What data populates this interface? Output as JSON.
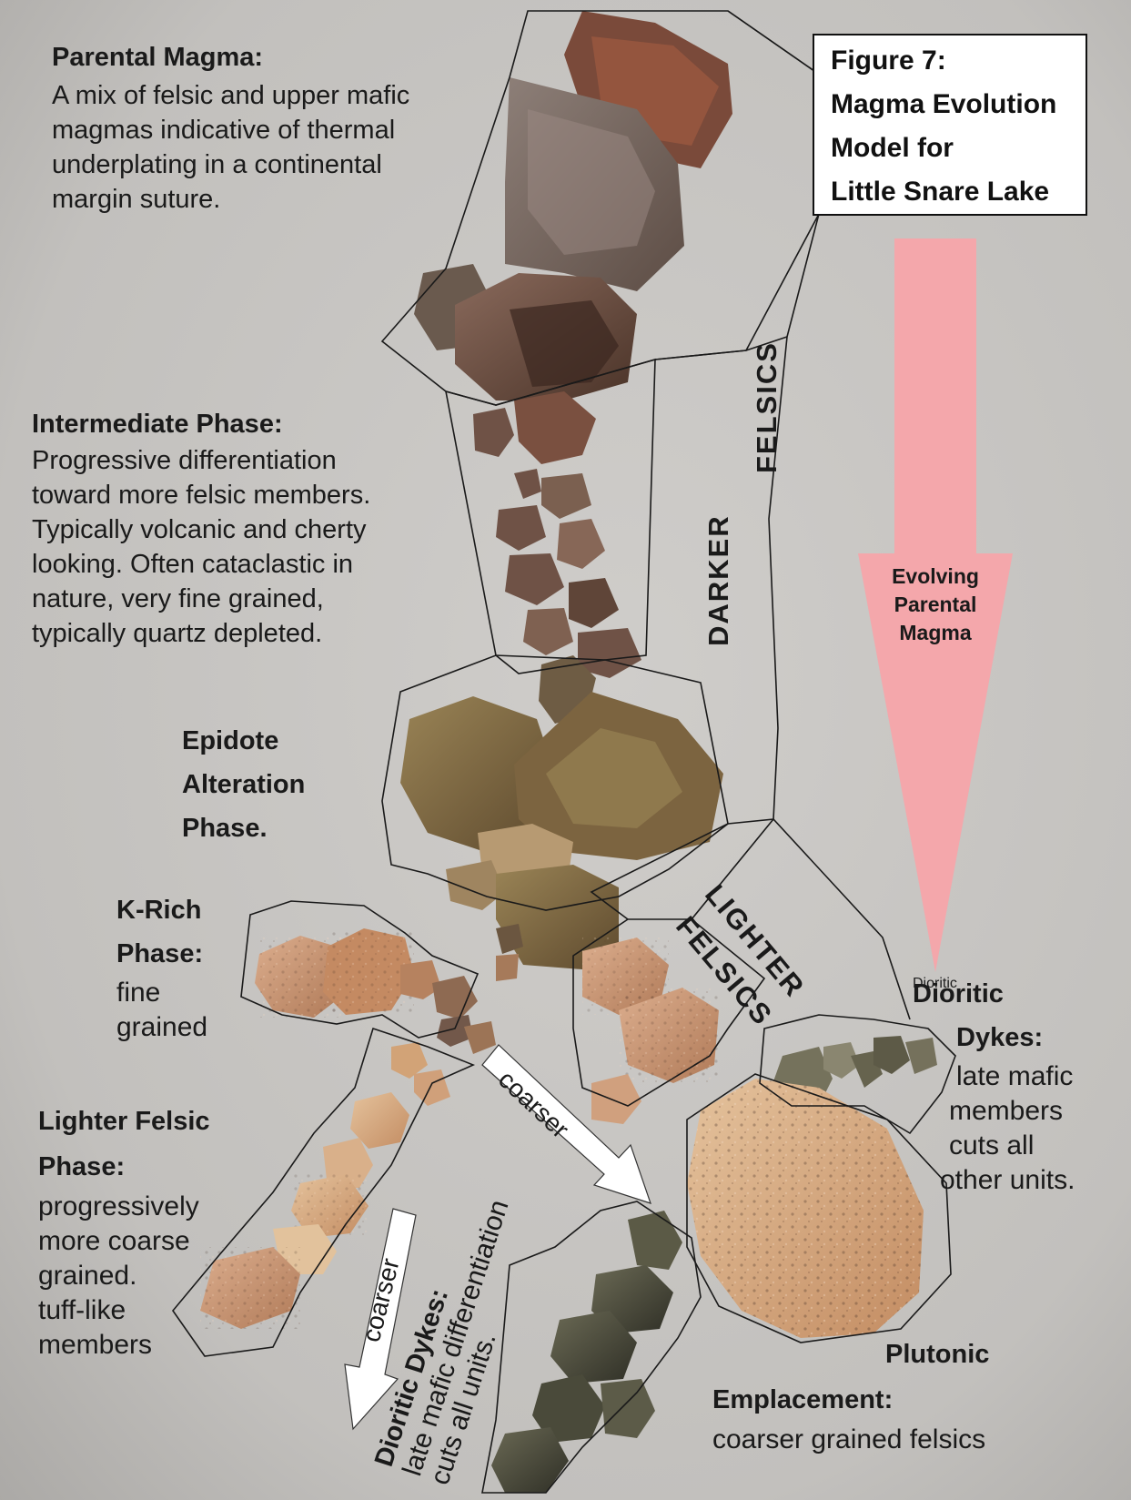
{
  "figure": {
    "lines": [
      "Figure 7:",
      "Magma Evolution",
      "Model for",
      "Little Snare Lake"
    ]
  },
  "parental": {
    "heading": "Parental Magma:",
    "lines": [
      "A mix of felsic and upper mafic",
      "magmas indicative of thermal",
      "underplating in a continental",
      "margin suture."
    ]
  },
  "intermediate": {
    "heading": "Intermediate Phase:",
    "lines": [
      "Progressive differentiation",
      "toward more felsic members.",
      "Typically volcanic and cherty",
      "looking. Often cataclastic in",
      "nature, very fine grained,",
      "typically quartz depleted."
    ]
  },
  "epidote": {
    "lines": [
      "Epidote",
      "Alteration",
      "Phase."
    ]
  },
  "krich": {
    "heading_lines": [
      "K-Rich",
      "Phase:"
    ],
    "lines": [
      "fine",
      "grained"
    ]
  },
  "lighter_felsic": {
    "heading_lines": [
      "Lighter Felsic",
      "Phase:"
    ],
    "lines": [
      "progressively",
      "more coarse",
      "grained.",
      "tuff-like",
      "members"
    ]
  },
  "dioritic_right": {
    "heading_lines": [
      "Dioritic",
      "Dykes:"
    ],
    "lines": [
      "late mafic",
      "members",
      "cuts all",
      "other units."
    ]
  },
  "dioritic_bottom": {
    "heading": "Dioritic Dykes:",
    "lines": [
      "late mafic differentiation",
      "cuts all units."
    ]
  },
  "plutonic": {
    "heading_lines": [
      "Plutonic",
      "Emplacement:"
    ],
    "lines": [
      "coarser grained felsics"
    ]
  },
  "side_labels": {
    "darker": "DARKER",
    "felsics_upper": "FELSICS",
    "lighter": "LIGHTER",
    "felsics_lower": "FELSICS"
  },
  "evolving_arrow": {
    "lines": [
      "Evolving",
      "Parental",
      "Magma"
    ],
    "color": "#f4a7ab"
  },
  "coarser_arrows": {
    "label_right": "coarser",
    "label_left": "coarser"
  }
}
